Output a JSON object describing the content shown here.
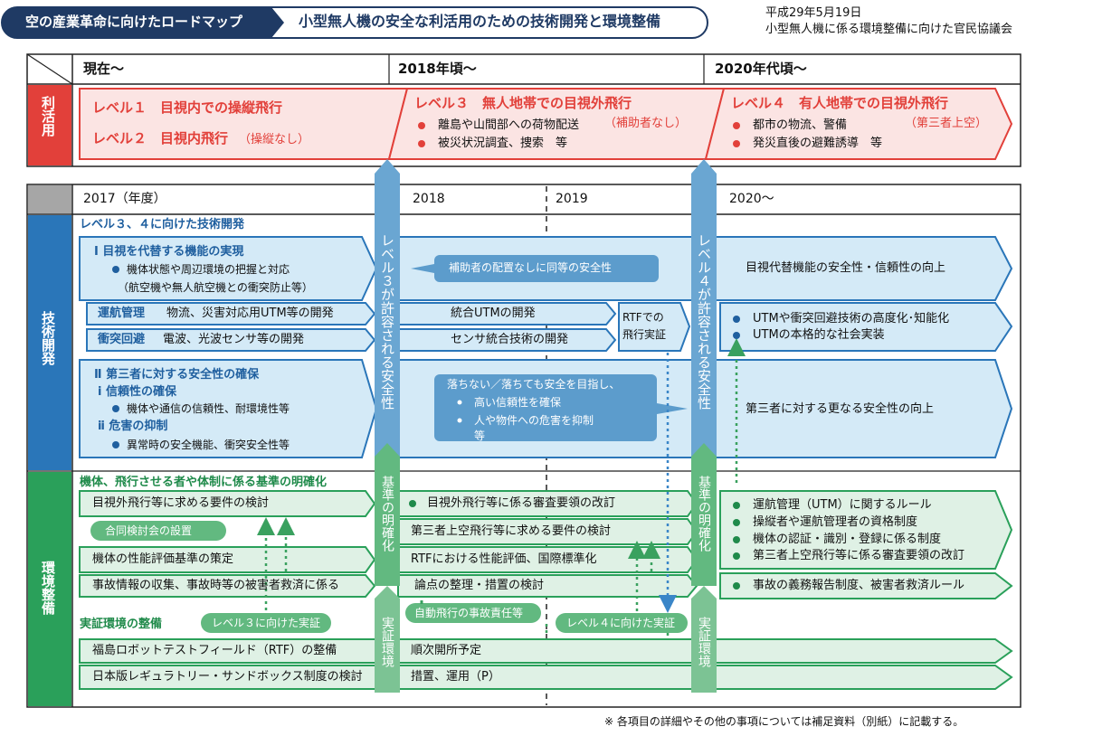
{
  "header": {
    "title_left": "空の産業革命に向けたロードマップ",
    "title_right": "小型無人機の安全な利活用のための技術開発と環境整備",
    "date": "平成29年5月19日",
    "org": "小型無人機に係る環境整備に向けた官民協議会"
  },
  "top": {
    "col_now": "現在～",
    "col_2018": "2018年頃～",
    "col_2020": "2020年代頃～",
    "row_label": "利活用",
    "lv1": "レベル１　目視内での操縦飛行",
    "lv2": "レベル２　目視内飛行",
    "lv2_note": "（操縦なし）",
    "lv3": "レベル３　無人地帯での目視外飛行",
    "lv3_b1": "離島や山間部への荷物配送",
    "lv3_note": "（補助者なし）",
    "lv3_b2": "被災状況調査、捜索　等",
    "lv4": "レベル４　有人地帯での目視外飛行",
    "lv4_note": "（第三者上空）",
    "lv4_b1": "都市の物流、警備",
    "lv4_b2": "発災直後の避難誘導　等"
  },
  "timeline": {
    "y2017": "2017（年度）",
    "y2018": "2018",
    "y2019": "2019",
    "y2020": "2020～"
  },
  "tech": {
    "row_label": "技術開発",
    "section_title": "レベル３、４に向けた技術開発",
    "s1_title": "Ⅰ 目視を代替する機能の実現",
    "s1_b1": "機体状態や周辺環境の把握と対応",
    "s1_b1b": "（航空機や無人航空機との衝突防止等）",
    "s1_box": "補助者の配置なしに同等の安全性",
    "s1_right": "目視代替機能の安全性・信頼性の向上",
    "utm_label": "運航管理",
    "utm_text": "物流、災害対応用UTM等の開発",
    "utm_mid": "統合UTMの開発",
    "avoid_label": "衝突回避",
    "avoid_text": "電波、光波センサ等の開発",
    "avoid_mid": "センサ統合技術の開発",
    "rtf_1": "RTFでの",
    "rtf_2": "飛行実証",
    "utm_r1": "UTMや衝突回避技術の高度化･知能化",
    "utm_r2": "UTMの本格的な社会実装",
    "s2_title": "Ⅱ 第三者に対する安全性の確保",
    "s2_i": "ⅰ 信頼性の確保",
    "s2_i_b": "機体や通信の信頼性、耐環境性等",
    "s2_ii": "ⅱ 危害の抑制",
    "s2_ii_b": "異常時の安全機能、衝突安全性等",
    "s2_box1": "落ちない／落ちても安全を目指し、",
    "s2_box2": "高い信頼性を確保",
    "s2_box3": "人や物件への危害を抑制",
    "s2_box4": "等",
    "s2_right": "第三者に対する更なる安全性の向上"
  },
  "env": {
    "row_label": "環境整備",
    "section_title": "機体、飛行させる者や体制に係る基準の明確化",
    "r1_left": "目視外飛行等に求める要件の検討",
    "r1_mid": "目視外飛行等に係る審査要領の改訂",
    "pill_joint": "合同検討会の設置",
    "r2_mid": "第三者上空飛行等に求める要件の検討",
    "r3_left": "機体の性能評価基準の策定",
    "r3_mid": "RTFにおける性能評価、国際標準化",
    "r4_left": "事故情報の収集、事故時等の被害者救済に係る",
    "r4_mid": "論点の整理・措置の検討",
    "r_items": [
      "運航管理（UTM）に関するルール",
      "操縦者や運航管理者の資格制度",
      "機体の認証・識別・登録に係る制度",
      "第三者上空飛行等に係る審査要領の改訂"
    ],
    "r_last": "事故の義務報告制度、被害者救済ルール",
    "pill_liability": "自動飛行の事故責任等",
    "demo_title": "実証環境の整備",
    "pill_lv3": "レベル３に向けた実証",
    "pill_lv4": "レベル４に向けた実証",
    "f1_left": "福島ロボットテストフィールド（RTF）の整備",
    "f1_mid": "順次開所予定",
    "f2_left": "日本版レギュラトリー・サンドボックス制度の検討",
    "f2_mid": "措置、運用（P）"
  },
  "pillars": {
    "lv3_safe": "レベル３が許容される安全性",
    "lv4_safe": "レベル４が許容される安全性",
    "kijun": "基準の明確化",
    "jissho": "実証環境"
  },
  "footnote": "※ 各項目の詳細やその他の事項については補足資料（別紙）に記載する。"
}
